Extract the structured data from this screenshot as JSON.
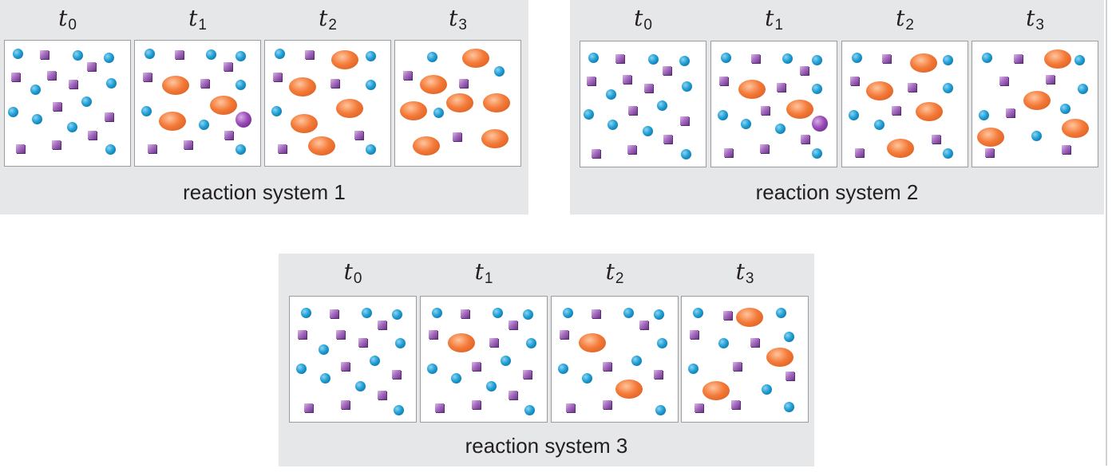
{
  "systems": [
    {
      "label": "reaction system 1",
      "frames": [
        {
          "time": "t",
          "sub": "0",
          "particles": [
            [
              "sphere",
              10,
              10
            ],
            [
              "cube",
              44,
              12
            ],
            [
              "sphere",
              85,
              12
            ],
            [
              "sphere",
              124,
              15
            ],
            [
              "cube",
              103,
              27
            ],
            [
              "cube",
              8,
              40
            ],
            [
              "cube",
              53,
              38
            ],
            [
              "cube",
              80,
              49
            ],
            [
              "sphere",
              32,
              55
            ],
            [
              "sphere",
              127,
              47
            ],
            [
              "cube",
              60,
              77
            ],
            [
              "sphere",
              96,
              70
            ],
            [
              "sphere",
              4,
              83
            ],
            [
              "sphere",
              34,
              92
            ],
            [
              "cube",
              125,
              90
            ],
            [
              "sphere",
              78,
              102
            ],
            [
              "cube",
              104,
              113
            ],
            [
              "cube",
              14,
              130
            ],
            [
              "cube",
              59,
              125
            ],
            [
              "sphere",
              126,
              130
            ]
          ]
        },
        {
          "time": "t",
          "sub": "1",
          "particles": [
            [
              "sphere",
              12,
              10
            ],
            [
              "cube",
              50,
              12
            ],
            [
              "sphere",
              89,
              11
            ],
            [
              "sphere",
              126,
              13
            ],
            [
              "cube",
              111,
              27
            ],
            [
              "cube",
              10,
              40
            ],
            [
              "ellipse",
              34,
              44
            ],
            [
              "cube",
              82,
              48
            ],
            [
              "sphere",
              126,
              49
            ],
            [
              "ellipse",
              94,
              69
            ],
            [
              "sphere",
              8,
              82
            ],
            [
              "ellipse",
              30,
              89
            ],
            [
              "sphere",
              80,
              99
            ],
            [
              "bigsphere",
              126,
              89
            ],
            [
              "cube",
              112,
              113
            ],
            [
              "cube",
              16,
              130
            ],
            [
              "cube",
              61,
              125
            ],
            [
              "sphere",
              126,
              130
            ]
          ]
        },
        {
          "time": "t",
          "sub": "2",
          "particles": [
            [
              "sphere",
              12,
              10
            ],
            [
              "cube",
              50,
              12
            ],
            [
              "ellipse",
              83,
              12
            ],
            [
              "sphere",
              126,
              13
            ],
            [
              "cube",
              10,
              40
            ],
            [
              "ellipse",
              30,
              46
            ],
            [
              "cube",
              82,
              48
            ],
            [
              "sphere",
              126,
              49
            ],
            [
              "ellipse",
              89,
              73
            ],
            [
              "sphere",
              8,
              82
            ],
            [
              "ellipse",
              32,
              92
            ],
            [
              "cube",
              112,
              113
            ],
            [
              "ellipse",
              54,
              120
            ],
            [
              "cube",
              16,
              130
            ],
            [
              "sphere",
              126,
              130
            ]
          ]
        },
        {
          "time": "t",
          "sub": "3",
          "particles": [
            [
              "sphere",
              40,
              14
            ],
            [
              "ellipse",
              84,
              10
            ],
            [
              "sphere",
              124,
              32
            ],
            [
              "cube",
              10,
              38
            ],
            [
              "ellipse",
              31,
              43
            ],
            [
              "cube",
              80,
              48
            ],
            [
              "ellipse",
              64,
              66
            ],
            [
              "ellipse",
              110,
              66
            ],
            [
              "ellipse",
              6,
              76
            ],
            [
              "sphere",
              48,
              84
            ],
            [
              "cube",
              72,
              115
            ],
            [
              "ellipse",
              22,
              120
            ],
            [
              "ellipse",
              108,
              111
            ]
          ]
        }
      ]
    },
    {
      "label": "reaction system 2",
      "frames": [
        {
          "time": "t",
          "sub": "0",
          "particles": [
            [
              "sphere",
              10,
              14
            ],
            [
              "cube",
              44,
              16
            ],
            [
              "sphere",
              85,
              16
            ],
            [
              "sphere",
              124,
              18
            ],
            [
              "cube",
              103,
              31
            ],
            [
              "cube",
              8,
              44
            ],
            [
              "cube",
              53,
              42
            ],
            [
              "cube",
              80,
              53
            ],
            [
              "sphere",
              32,
              60
            ],
            [
              "sphere",
              127,
              50
            ],
            [
              "cube",
              60,
              81
            ],
            [
              "sphere",
              96,
              74
            ],
            [
              "sphere",
              4,
              85
            ],
            [
              "sphere",
              34,
              98
            ],
            [
              "cube",
              125,
              94
            ],
            [
              "sphere",
              78,
              106
            ],
            [
              "cube",
              104,
              117
            ],
            [
              "cube",
              14,
              135
            ],
            [
              "cube",
              59,
              130
            ],
            [
              "sphere",
              126,
              135
            ]
          ]
        },
        {
          "time": "t",
          "sub": "1",
          "particles": [
            [
              "sphere",
              12,
              14
            ],
            [
              "cube",
              50,
              16
            ],
            [
              "sphere",
              89,
              15
            ],
            [
              "sphere",
              126,
              17
            ],
            [
              "cube",
              111,
              31
            ],
            [
              "cube",
              10,
              44
            ],
            [
              "ellipse",
              34,
              48
            ],
            [
              "cube",
              82,
              52
            ],
            [
              "sphere",
              126,
              53
            ],
            [
              "ellipse",
              94,
              73
            ],
            [
              "sphere",
              8,
              86
            ],
            [
              "sphere",
              37,
              97
            ],
            [
              "cube",
              62,
              81
            ],
            [
              "sphere",
              80,
              103
            ],
            [
              "bigsphere",
              126,
              93
            ],
            [
              "cube",
              112,
              117
            ],
            [
              "cube",
              16,
              134
            ],
            [
              "cube",
              61,
              129
            ],
            [
              "sphere",
              126,
              134
            ]
          ]
        },
        {
          "time": "t",
          "sub": "2",
          "particles": [
            [
              "sphere",
              12,
              14
            ],
            [
              "cube",
              50,
              16
            ],
            [
              "ellipse",
              85,
              15
            ],
            [
              "sphere",
              126,
              17
            ],
            [
              "cube",
              10,
              44
            ],
            [
              "ellipse",
              30,
              50
            ],
            [
              "cube",
              82,
              52
            ],
            [
              "sphere",
              126,
              52
            ],
            [
              "cube",
              62,
              81
            ],
            [
              "ellipse",
              92,
              76
            ],
            [
              "sphere",
              8,
              86
            ],
            [
              "sphere",
              40,
              98
            ],
            [
              "cube",
              112,
              117
            ],
            [
              "ellipse",
              56,
              122
            ],
            [
              "cube",
              16,
              134
            ],
            [
              "sphere",
              126,
              134
            ]
          ]
        },
        {
          "time": "t",
          "sub": "3",
          "particles": [
            [
              "sphere",
              12,
              14
            ],
            [
              "cube",
              52,
              16
            ],
            [
              "ellipse",
              90,
              10
            ],
            [
              "sphere",
              128,
              17
            ],
            [
              "cube",
              34,
              44
            ],
            [
              "cube",
              92,
              42
            ],
            [
              "sphere",
              132,
              53
            ],
            [
              "ellipse",
              64,
              62
            ],
            [
              "sphere",
              110,
              78
            ],
            [
              "cube",
              42,
              84
            ],
            [
              "sphere",
              8,
              86
            ],
            [
              "ellipse",
              112,
              97
            ],
            [
              "ellipse",
              6,
              108
            ],
            [
              "sphere",
              74,
              112
            ],
            [
              "cube",
              16,
              134
            ],
            [
              "cube",
              112,
              130
            ]
          ]
        }
      ]
    },
    {
      "label": "reaction system 3",
      "frames": [
        {
          "time": "t",
          "sub": "0",
          "particles": [
            [
              "sphere",
              14,
              14
            ],
            [
              "cube",
              50,
              16
            ],
            [
              "sphere",
              90,
              14
            ],
            [
              "sphere",
              128,
              16
            ],
            [
              "cube",
              110,
              30
            ],
            [
              "cube",
              10,
              42
            ],
            [
              "cube",
              58,
              42
            ],
            [
              "cube",
              86,
              52
            ],
            [
              "sphere",
              36,
              60
            ],
            [
              "sphere",
              132,
              52
            ],
            [
              "cube",
              64,
              82
            ],
            [
              "sphere",
              100,
              74
            ],
            [
              "sphere",
              8,
              84
            ],
            [
              "sphere",
              38,
              96
            ],
            [
              "cube",
              128,
              92
            ],
            [
              "sphere",
              82,
              106
            ],
            [
              "cube",
              110,
              118
            ],
            [
              "cube",
              18,
              134
            ],
            [
              "cube",
              64,
              130
            ],
            [
              "sphere",
              130,
              136
            ]
          ]
        },
        {
          "time": "t",
          "sub": "1",
          "particles": [
            [
              "sphere",
              14,
              14
            ],
            [
              "cube",
              50,
              16
            ],
            [
              "sphere",
              90,
              14
            ],
            [
              "sphere",
              128,
              16
            ],
            [
              "cube",
              110,
              30
            ],
            [
              "cube",
              10,
              42
            ],
            [
              "ellipse",
              34,
              46
            ],
            [
              "cube",
              86,
              52
            ],
            [
              "sphere",
              132,
              52
            ],
            [
              "cube",
              64,
              82
            ],
            [
              "sphere",
              100,
              74
            ],
            [
              "sphere",
              8,
              84
            ],
            [
              "sphere",
              38,
              96
            ],
            [
              "cube",
              128,
              92
            ],
            [
              "sphere",
              82,
              106
            ],
            [
              "cube",
              110,
              118
            ],
            [
              "cube",
              18,
              134
            ],
            [
              "cube",
              64,
              130
            ],
            [
              "sphere",
              130,
              136
            ]
          ]
        },
        {
          "time": "t",
          "sub": "2",
          "particles": [
            [
              "sphere",
              14,
              14
            ],
            [
              "cube",
              50,
              16
            ],
            [
              "sphere",
              90,
              14
            ],
            [
              "sphere",
              128,
              16
            ],
            [
              "cube",
              110,
              30
            ],
            [
              "cube",
              10,
              42
            ],
            [
              "ellipse",
              34,
              46
            ],
            [
              "sphere",
              132,
              52
            ],
            [
              "cube",
              64,
              82
            ],
            [
              "sphere",
              100,
              74
            ],
            [
              "sphere",
              8,
              84
            ],
            [
              "sphere",
              38,
              96
            ],
            [
              "cube",
              128,
              92
            ],
            [
              "ellipse",
              80,
              104
            ],
            [
              "cube",
              18,
              134
            ],
            [
              "cube",
              64,
              130
            ],
            [
              "sphere",
              130,
              136
            ]
          ]
        },
        {
          "time": "t",
          "sub": "3",
          "particles": [
            [
              "sphere",
              14,
              14
            ],
            [
              "cube",
              52,
              18
            ],
            [
              "ellipse",
              68,
              14
            ],
            [
              "sphere",
              118,
              14
            ],
            [
              "cube",
              10,
              42
            ],
            [
              "sphere",
              46,
              52
            ],
            [
              "cube",
              86,
              52
            ],
            [
              "sphere",
              128,
              44
            ],
            [
              "ellipse",
              106,
              64
            ],
            [
              "sphere",
              8,
              84
            ],
            [
              "cube",
              64,
              82
            ],
            [
              "cube",
              130,
              94
            ],
            [
              "ellipse",
              26,
              106
            ],
            [
              "sphere",
              100,
              110
            ],
            [
              "cube",
              16,
              134
            ],
            [
              "cube",
              62,
              130
            ],
            [
              "sphere",
              128,
              132
            ]
          ]
        }
      ]
    }
  ]
}
